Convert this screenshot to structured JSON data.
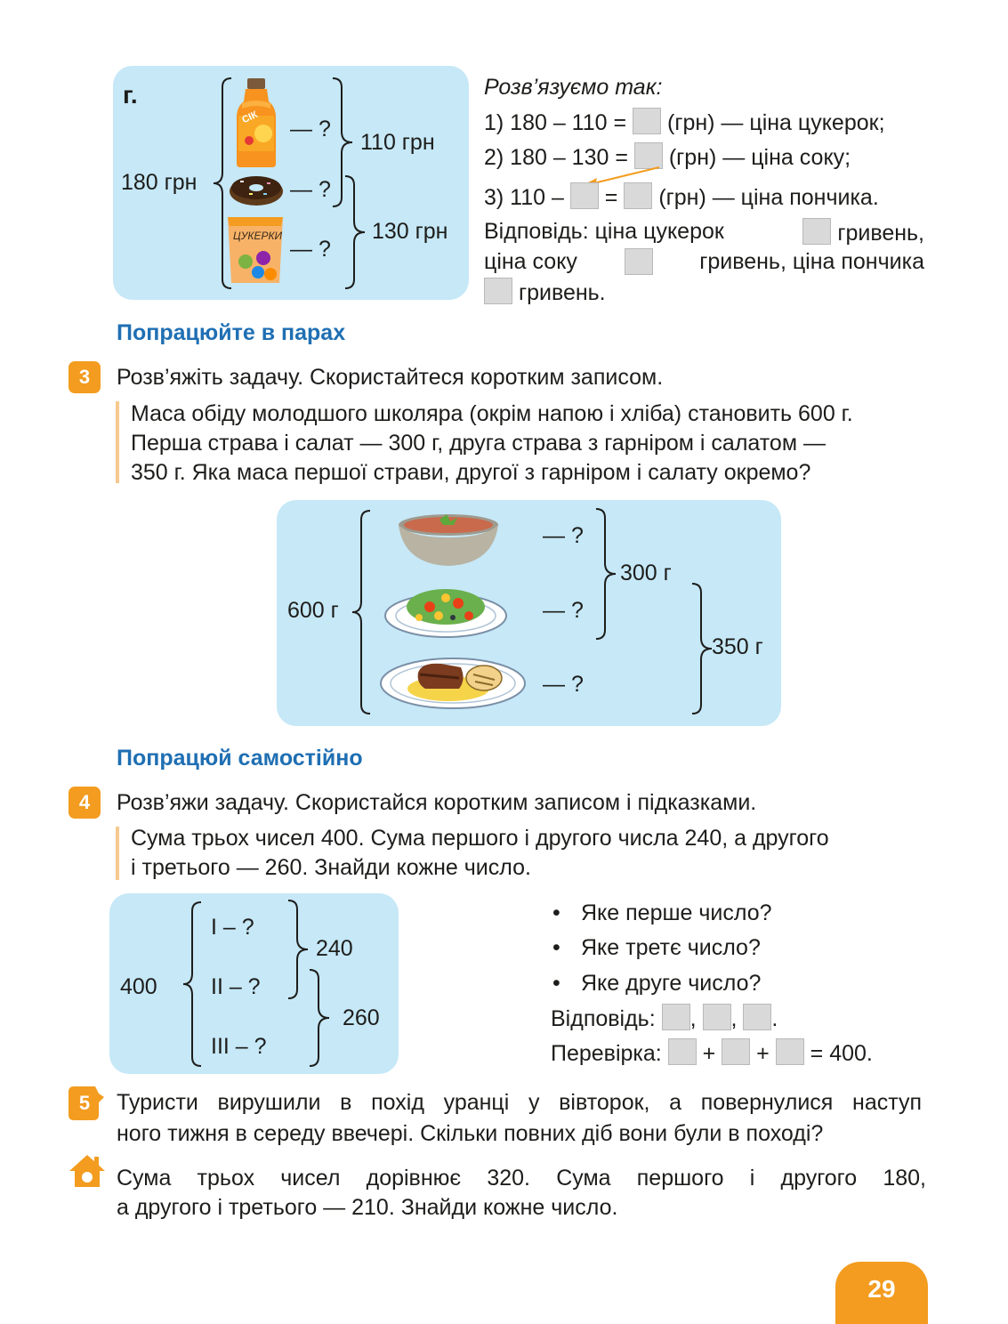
{
  "task_g": {
    "letter": "г.",
    "total": "180 грн",
    "q": "— ?",
    "sum1": "110 грн",
    "sum2": "130 грн",
    "juice_label": "СІК",
    "candy_label": "ЦУКЕРКИ",
    "solve_title": "Розв’язуємо так:",
    "step1_a": "1) 180 – 110 =",
    "step1_b": "(грн) — ціна цукерок;",
    "step2_a": "2) 180 – 130 =",
    "step2_b": "(грн) — ціна соку;",
    "step3_a": "3) 110 –",
    "step3_eq": "=",
    "step3_b": "(грн) — ціна пончика.",
    "answer_l1_a": "Відповідь: ціна цукерок",
    "answer_l1_b": "гривень,",
    "answer_l2_a": "ціна соку",
    "answer_l2_b": "гривень, ціна пончика",
    "answer_l3": "гривень."
  },
  "section_pairs": "Попрацюйте в парах",
  "task3": {
    "num": "3",
    "prompt": "Розв’яжіть задачу. Скористайтеся коротким записом.",
    "line1": "Маса обіду молодшого школяра (окрім напою і хліба) становить 600 г.",
    "line2": "Перша страва і салат — 300 г, друга страва з гарніром і салатом —",
    "line3": "350 г. Яка маса першої страви, другої з гарніром і салату окремо?",
    "total": "600 г",
    "q": "— ?",
    "sum1": "300 г",
    "sum2": "350 г"
  },
  "section_self": "Попрацюй самостійно",
  "task4": {
    "num": "4",
    "prompt": "Розв’яжи задачу. Скористайся коротким записом і підказками.",
    "line1": "Сума трьох чисел 400. Сума першого і другого числа 240, а другого",
    "line2": "і третього — 260. Знайди кожне число.",
    "total": "400",
    "i": "I – ?",
    "ii": "II – ?",
    "iii": "III – ?",
    "sum1": "240",
    "sum2": "260",
    "hints": [
      "Яке перше число?",
      "Яке третє число?",
      "Яке друге число?"
    ],
    "answer": "Відповідь:",
    "check": "Перевірка:",
    "check_result": "= 400."
  },
  "task5": {
    "num": "5",
    "line1": "Туристи вирушили в похід уранці у вівторок, а повернулися наступ",
    "line2": "ного тижня в середу ввечері. Скільки повних діб вони були в поході?"
  },
  "homework": {
    "line1": "Сума трьох чисел дорівнює 320. Сума першого і другого 180,",
    "line2": "а другого і третього — 210. Знайди кожне число."
  },
  "page_number": "29"
}
